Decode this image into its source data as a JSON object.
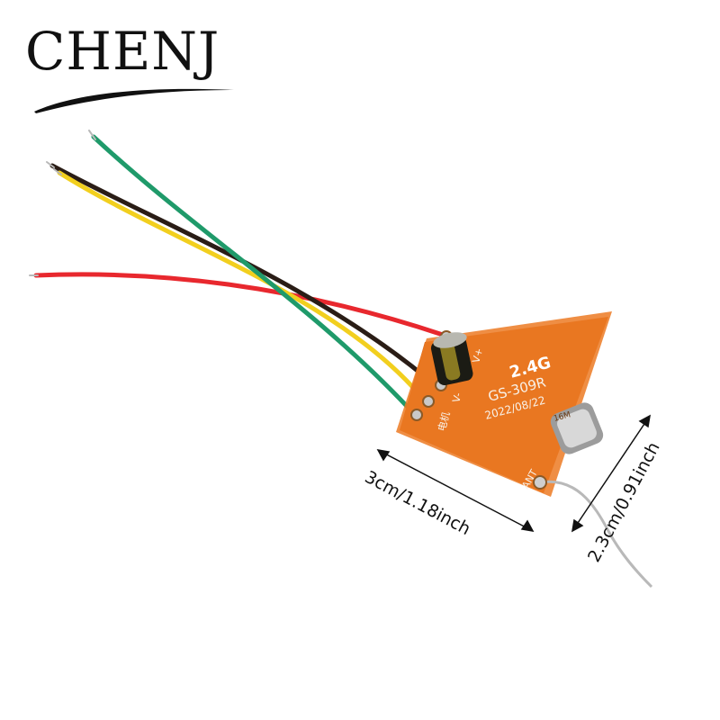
{
  "brand": {
    "logo_text": "CHENJ"
  },
  "board": {
    "frequency": "2.4G",
    "model": "GS-309R",
    "date": "2022/08/22",
    "label_vplus": "V+",
    "label_vminus": "V-",
    "label_motor": "电机",
    "label_ant": "ANT",
    "crystal_mark": "16M"
  },
  "dimensions": {
    "length_label": "3cm/1.18inch",
    "width_label": "2.3cm/0.91inch"
  },
  "colors": {
    "background": "#ffffff",
    "pcb": "#e8741c",
    "wire_red": "#e8282e",
    "wire_black": "#2a1d16",
    "wire_yellow": "#f2cf1e",
    "wire_green": "#1f9a6a"
  }
}
